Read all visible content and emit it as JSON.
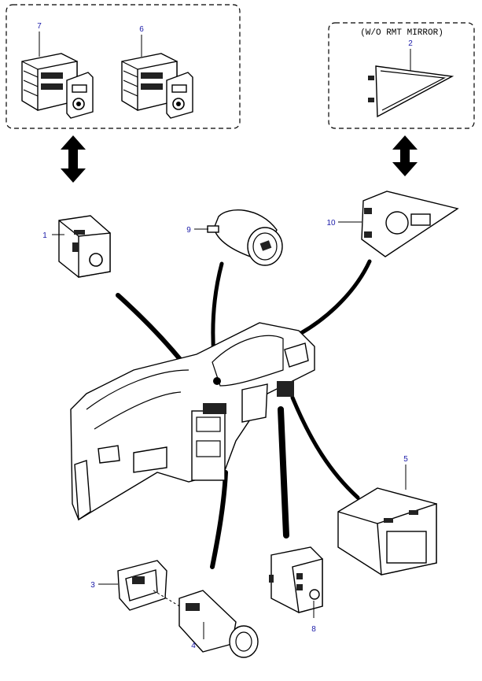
{
  "annotation": "(W/O RMT MIRROR)",
  "callouts": [
    {
      "id": "7",
      "label": "7"
    },
    {
      "id": "6",
      "label": "6"
    },
    {
      "id": "2",
      "label": "2"
    },
    {
      "id": "1",
      "label": "1"
    },
    {
      "id": "9",
      "label": "9"
    },
    {
      "id": "10",
      "label": "10"
    },
    {
      "id": "5",
      "label": "5"
    },
    {
      "id": "3",
      "label": "3"
    },
    {
      "id": "4",
      "label": "4"
    },
    {
      "id": "8",
      "label": "8"
    }
  ],
  "colors": {
    "callout_text": "#1a1aa8",
    "line": "#000000",
    "background": "#ffffff"
  }
}
